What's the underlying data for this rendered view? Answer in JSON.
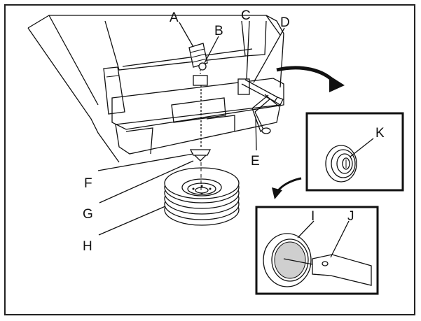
{
  "labels": {
    "a": "A",
    "b": "B",
    "c": "C",
    "d": "D",
    "e": "E",
    "f": "F",
    "g": "G",
    "h": "H",
    "i": "I",
    "j": "J",
    "k": "K"
  }
}
